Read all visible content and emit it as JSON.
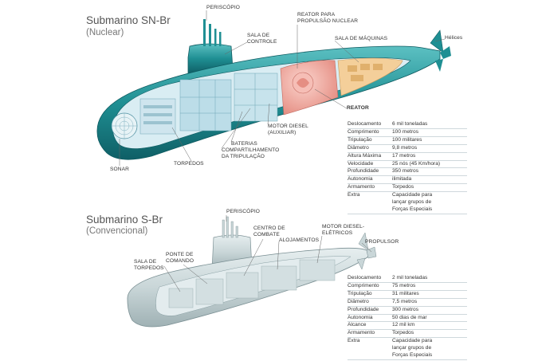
{
  "nuclear": {
    "title": "Submarino SN-Br",
    "subtitle": "(Nuclear)",
    "labels": {
      "periscopio": "PERISCÓPIO",
      "sala_controle": "SALA DE\nCONTROLE",
      "reator_propulsao": "REATOR PARA\nPROPULSÃO NUCLEAR",
      "sala_maquinas": "SALA DE MÁQUINAS",
      "helices": "Hélices",
      "reator": "REATOR",
      "motor_diesel": "MOTOR DIESEL\n(AUXILIAR)",
      "baterias": "BATERIAS",
      "compartilhamento": "COMPARTILHAMENTO\nDA TRIPULAÇÃO",
      "torpedos": "TORPEDOS",
      "sonar": "SONAR"
    },
    "specs": [
      {
        "k": "Deslocamento",
        "v": "6 mil toneladas"
      },
      {
        "k": "Comprimento",
        "v": "100 metros"
      },
      {
        "k": "Tripulação",
        "v": "100 militares"
      },
      {
        "k": "Diâmetro",
        "v": "9,8 metros"
      },
      {
        "k": "Altura Máxima",
        "v": "17 metros"
      },
      {
        "k": "Velocidade",
        "v": "25 nós (45 Km/hora)"
      },
      {
        "k": "Profundidade",
        "v": "350 metros"
      },
      {
        "k": "Autonomia",
        "v": "ilimitada"
      },
      {
        "k": "Armamento",
        "v": "Torpedos"
      },
      {
        "k": "Extra",
        "v": "Capacidade para\nlançar grupos de\nForças Especiais"
      }
    ]
  },
  "conventional": {
    "title": "Submarino S-Br",
    "subtitle": "(Convencional)",
    "labels": {
      "periscopio": "PERISCÓPIO",
      "centro_combate": "CENTRO DE\nCOMBATE",
      "alojamentos": "ALOJAMENTOS",
      "motor_diesel_eletricos": "MOTOR DIESEL-\nELÉTRICOS",
      "propulsor": "PROPULSOR",
      "ponte_comando": "PONTE DE\nCOMANDO",
      "sala_torpedos": "SALA DE\nTORPEDOS"
    },
    "specs": [
      {
        "k": "Deslocamento",
        "v": "2 mil toneladas"
      },
      {
        "k": "Comprimento",
        "v": "75 metros"
      },
      {
        "k": "Tripulação",
        "v": "31 militares"
      },
      {
        "k": "Diâmetro",
        "v": "7,5 metros"
      },
      {
        "k": "Profundidade",
        "v": "300 metros"
      },
      {
        "k": "Autonomia",
        "v": "50 dias de mar"
      },
      {
        "k": "Alcance",
        "v": "12 mil km"
      },
      {
        "k": "Armamento",
        "v": "Torpedos"
      },
      {
        "k": "Extra",
        "v": "Capacidade para\nlançar grupos de\nForças Especiais"
      }
    ]
  },
  "colors": {
    "hull_teal": "#1f8f93",
    "hull_gray": "#c9d6d8",
    "reactor": "#f0a9a0",
    "machinery": "#f4cf9a",
    "interior_blue": "#bcdde8"
  }
}
